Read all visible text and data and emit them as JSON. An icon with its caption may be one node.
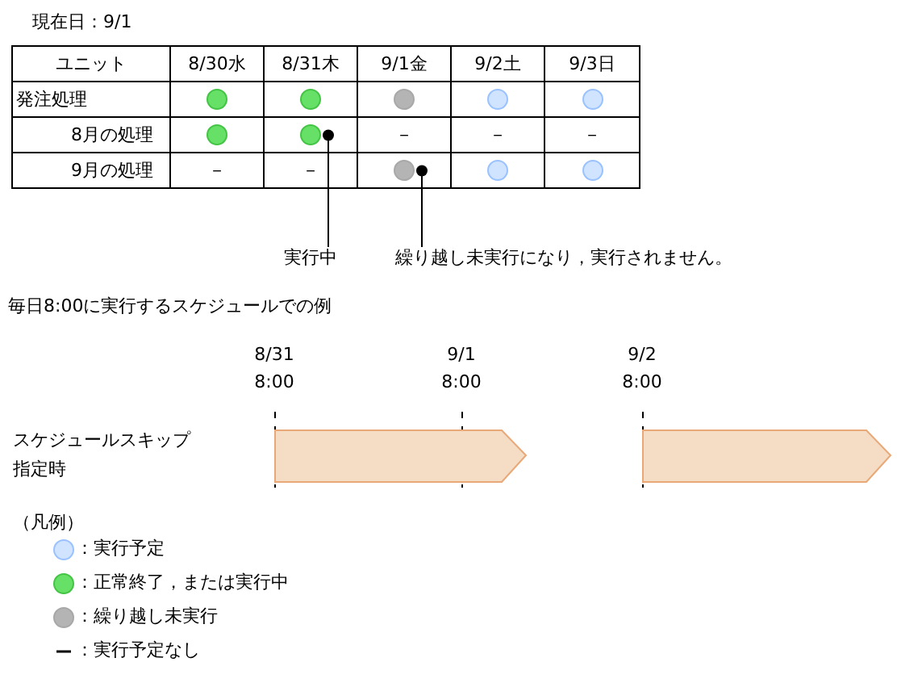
{
  "diagram": {
    "nodes": [
      {
        "text": [],
        "shape": "circle"
      },
      {
        "text": [],
        "shape": "circle"
      },
      {
        "text": [],
        "shape": "circle"
      },
      {
        "text": [],
        "shape": "circle"
      },
      {
        "text": [],
        "shape": "circle"
      },
      {
        "text": [],
        "shape": "circle"
      },
      {
        "text": [],
        "shape": "circle"
      },
      {
        "text": [],
        "shape": "circle"
      },
      {
        "text": [],
        "shape": "circle"
      },
      {
        "text": [],
        "shape": "circle"
      },
      {
        "text": [
          "実行中"
        ]
      },
      {
        "text": [
          "繰り越し未実行になり，実行されません。"
        ]
      }
    ],
    "edges": [
      {
        "from": 10,
        "to": 6,
        "arrow": "other"
      },
      {
        "from": 11,
        "to": 7,
        "arrow": "other"
      }
    ],
    "labels": [
      "現在日：9/1",
      "ユニット",
      "8/30水",
      "8/31木",
      "9/1金",
      "9/2土",
      "9/3日",
      "発注処理",
      "8月の処理",
      "－",
      "－",
      "－",
      "9月の処理",
      "－",
      "－",
      "毎日8:00に実行するスケジュールでの例",
      "8/31 8:00",
      "9/1 8:00",
      "9/2 8:00",
      "スケジュールスキップ指定時",
      "（凡例）"
    ],
    "legend": [
      {
        "text": "：実行予定",
        "color": "#d0e4ff"
      },
      {
        "text": "：正常終了，または実行中",
        "color": "#66e066"
      },
      {
        "text": "：繰り越し未実行",
        "color": "#b4b4b4"
      },
      {
        "text": "：実行予定なし"
      }
    ]
  }
}
